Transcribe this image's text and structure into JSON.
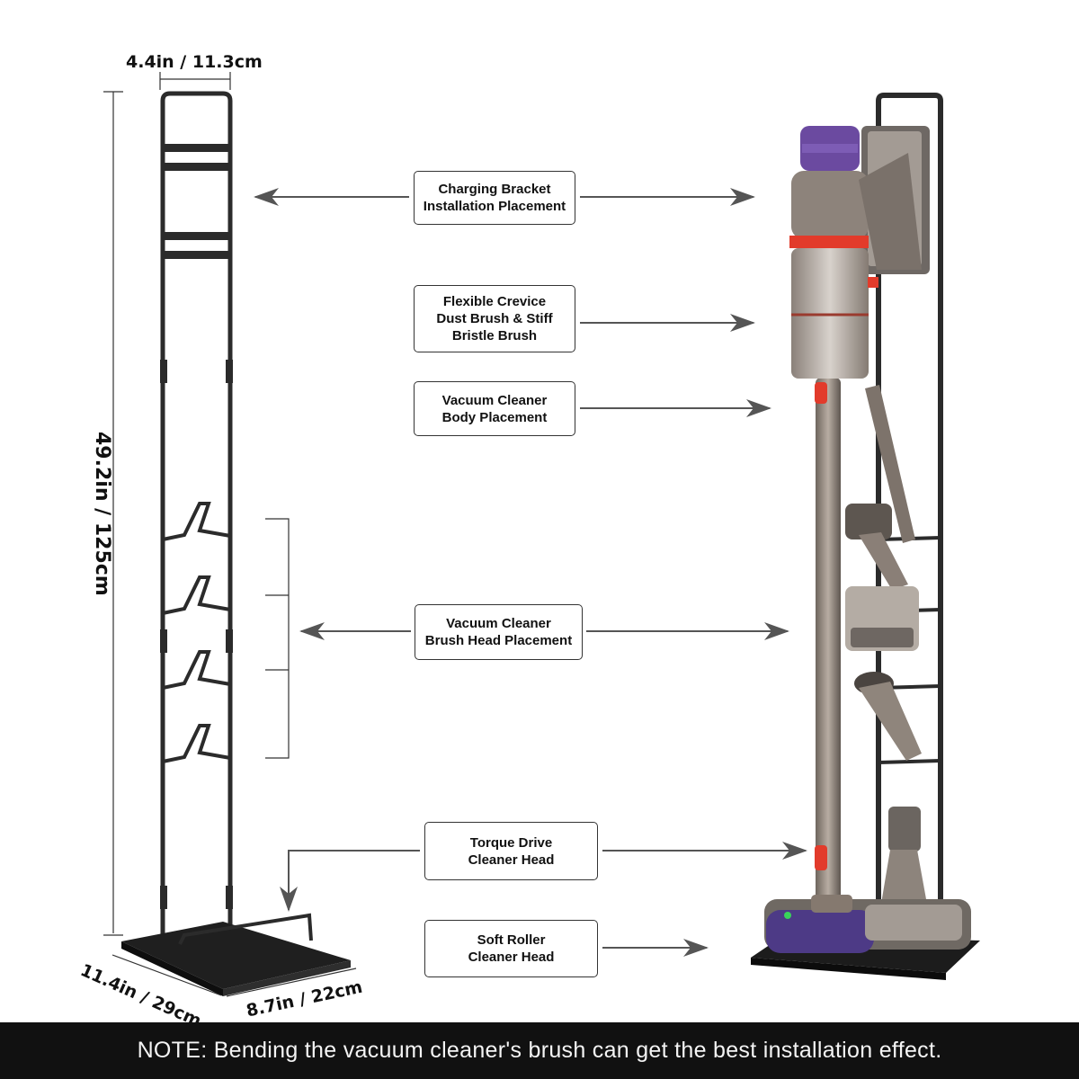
{
  "dimensions": {
    "width": "4.4in / 11.3cm",
    "height": "49.2in / 125cm",
    "depth": "11.4in / 29cm",
    "base": "8.7in / 22cm"
  },
  "labels": [
    {
      "id": "charging-bracket",
      "text": "Charging Bracket\nInstallation Placement"
    },
    {
      "id": "crevice-brush",
      "text": "Flexible Crevice\nDust Brush & Stiff\nBristle Brush"
    },
    {
      "id": "body-placement",
      "text": "Vacuum Cleaner\nBody Placement"
    },
    {
      "id": "brush-head",
      "text": "Vacuum Cleaner\nBrush Head Placement"
    },
    {
      "id": "torque-drive",
      "text": "Torque Drive\nCleaner Head"
    },
    {
      "id": "soft-roller",
      "text": "Soft Roller\nCleaner Head"
    }
  ],
  "note": "NOTE: Bending the vacuum cleaner's brush can get the best installation effect.",
  "colors": {
    "frame": "#2b2b2b",
    "vacuum_purple": "#6b4aa0",
    "vacuum_red": "#e23b2b",
    "vacuum_body": "#9a8f86",
    "note_bar": "#111111"
  }
}
